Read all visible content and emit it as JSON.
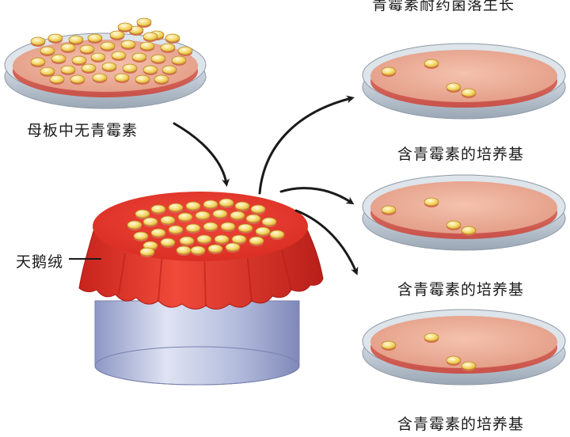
{
  "labels": {
    "top_caption": "青霉素耐药菌落生长",
    "master_plate": "母板中无青霉素",
    "velvet": "天鹅绒",
    "replica_1": "含青霉素的培养基",
    "replica_2": "含青霉素的培养基",
    "replica_3": "含青霉素的培养基"
  },
  "colors": {
    "agar": "#eeb29b",
    "dish_rim": "#c9d3dd",
    "velvet": "#e3362a",
    "cylinder": "#aeb6d8",
    "colony": "#f3d35a",
    "arrow": "#1a1a1a"
  }
}
